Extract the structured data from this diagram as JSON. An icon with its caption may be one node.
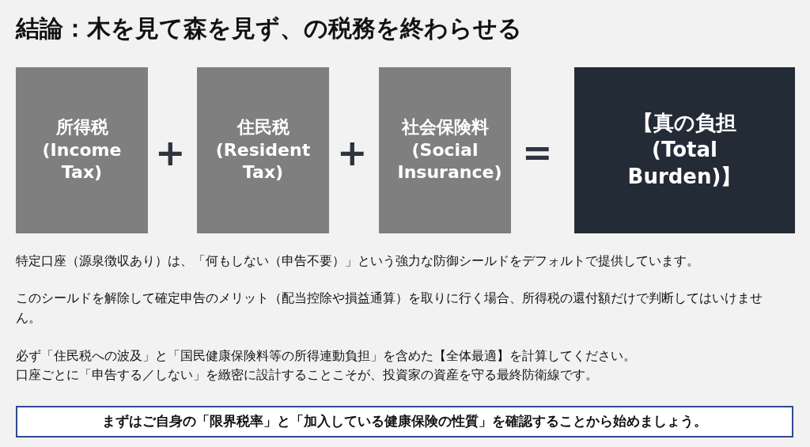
{
  "diagram": {
    "title": "結論：木を見て森を見ず、の税務を終わらせる",
    "nodes": [
      {
        "text": [
          "所得税 (Income Tax)"
        ]
      },
      {
        "text": [
          "住民税 (Resident Tax)"
        ]
      },
      {
        "text": [
          "社会保険料 (Social Insurance)"
        ]
      },
      {
        "text": [
          "【真の負担 (Total Burden)】"
        ]
      },
      {
        "text": [
          "まずはご自身の「限界税率」と「加入している健康保険の性質」を確認することから始めましょう。"
        ]
      }
    ],
    "edges": [],
    "labels": [
      "+",
      "+",
      "=",
      "特定口座（源泉徴収あり）は、「何もしない（申告不要）」という強力な防御シールドをデフォルトで提供しています。",
      "このシールドを解除して確定申告のメリット（配当控除や損益通算）を取りに行く場合、所得税の還付額だけで判断してはいけません。",
      "必ず「住民税への波及」と「国民健康保険料等の所得連動負担」を含めた【全体最適】を計算してください。",
      "口座ごとに「申告する／しない」を緻密に設計することこそが、投資家の資産を守る最終防衛線です。"
    ]
  }
}
